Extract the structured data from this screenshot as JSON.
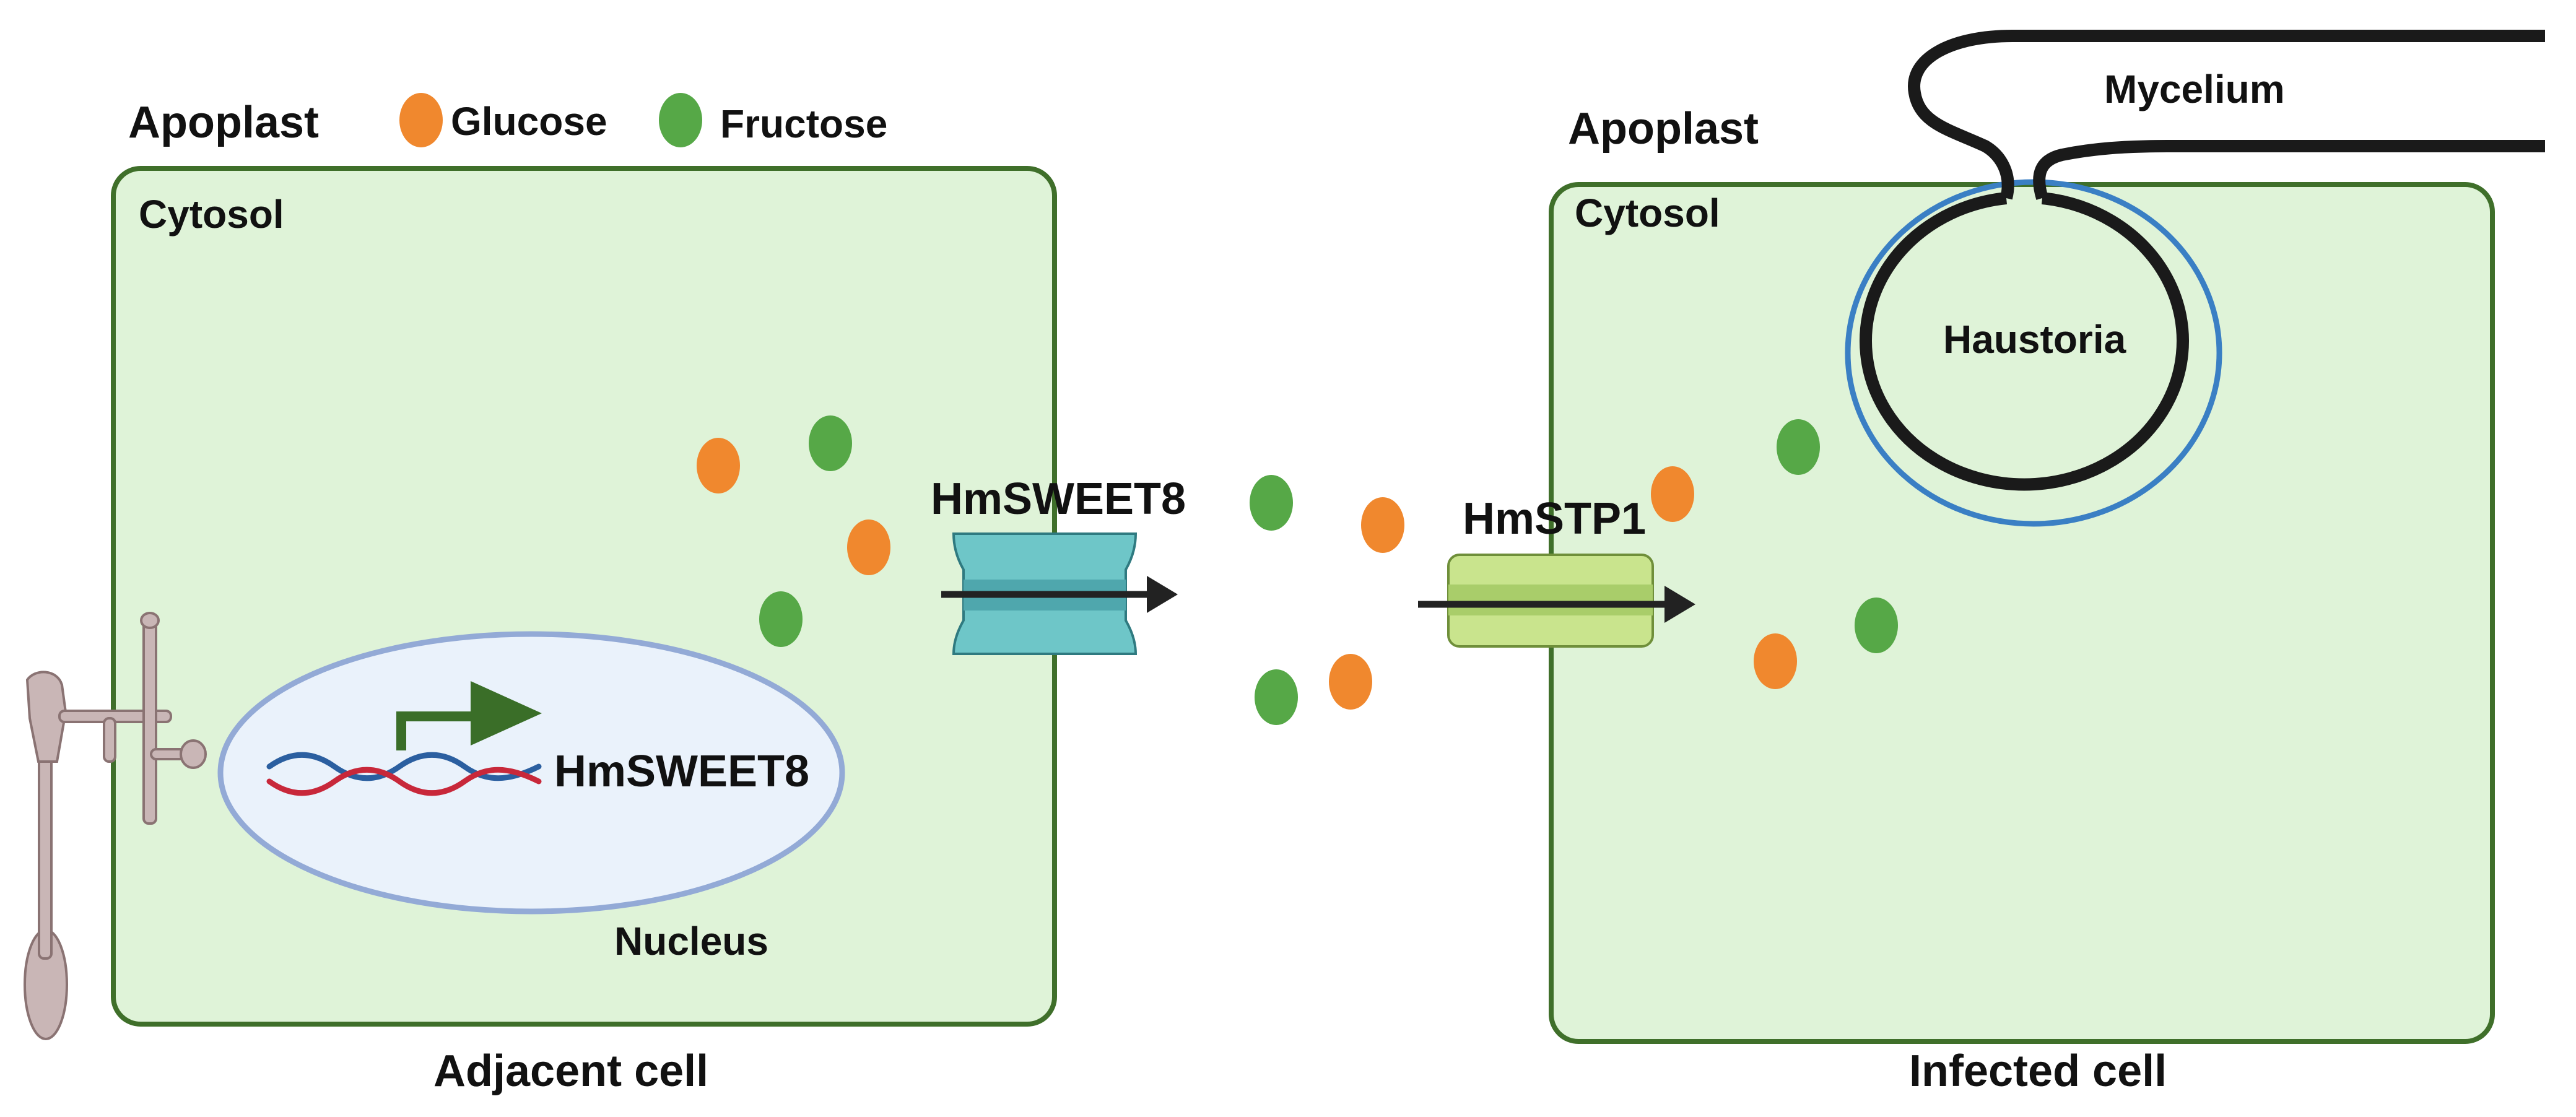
{
  "legend": {
    "glucose_label": "Glucose",
    "fructose_label": "Fructose",
    "glucose_color": "#f0882e",
    "fructose_color": "#56a847"
  },
  "adjacent_cell": {
    "apoplast_label": "Apoplast",
    "cytosol_label": "Cytosol",
    "nucleus_label": "Nucleus",
    "gene_label": "HmSWEET8",
    "transporter_label": "HmSWEET8",
    "cell_label": "Adjacent cell"
  },
  "infected_cell": {
    "apoplast_label": "Apoplast",
    "cytosol_label": "Cytosol",
    "transporter_label": "HmSTP1",
    "haustoria_label": "Haustoria",
    "mycelium_label": "Mycelium",
    "cell_label": "Infected cell"
  },
  "colors": {
    "cell_fill": "#dff3d8",
    "cell_stroke": "#3f6f2a",
    "nucleus_fill": "#eaf2fb",
    "nucleus_stroke": "#93aad6",
    "sweet_color": "#6ec6c8",
    "stp_color": "#c9e48d",
    "haustoria_membrane": "#3a7fc4",
    "promoter_arrow": "#3a6e28"
  }
}
